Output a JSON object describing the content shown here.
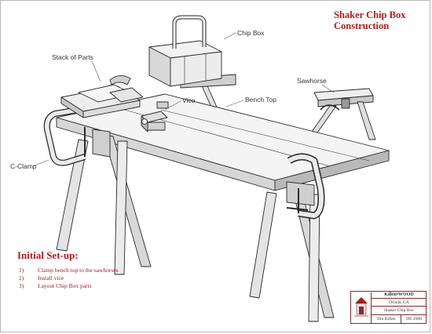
{
  "title": {
    "line1": "Shaker Chip Box",
    "line2": "Construction"
  },
  "labels": {
    "chip_box": "Chip Box",
    "stack_of_parts": "Stack of Parts",
    "vice": "Vice",
    "bench_top": "Bench Top",
    "sawhorse": "Sawhorse",
    "c_clamp": "C-Clamp"
  },
  "setup": {
    "heading": "Initial Set-up:",
    "steps": [
      {
        "num": "1)",
        "text": "Clamp bench top to the sawhorses"
      },
      {
        "num": "2)",
        "text": "Install vice"
      },
      {
        "num": "3)",
        "text": "Layout Chip Box parts"
      }
    ]
  },
  "title_block": {
    "company": "Killen•WOOD",
    "location": "Orinda, CA",
    "project": "Shaker Chip Box",
    "author": "Tim Killen",
    "date": "DE 2008"
  },
  "colors": {
    "accent": "#b01e1e",
    "line": "#2a2a2a",
    "face_light": "#f4f4f4",
    "face_mid": "#d6d6d6",
    "face_dark": "#b9b9b9"
  }
}
